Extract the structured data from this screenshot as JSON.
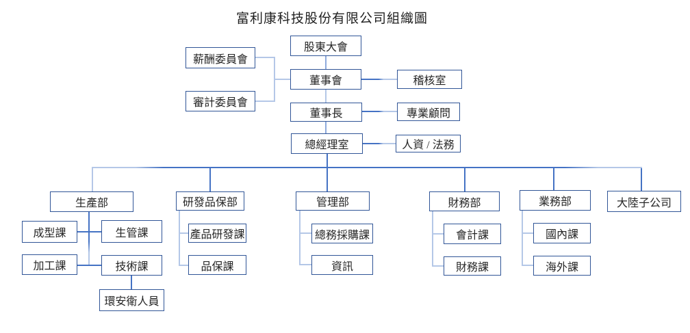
{
  "title": "富利康科技股份有限公司組織圖",
  "nodes": {
    "shareholders_meeting": {
      "label": "股東大會"
    },
    "compensation_committee": {
      "label": "薪酬委員會"
    },
    "board_of_directors": {
      "label": "董事會"
    },
    "audit_office": {
      "label": "稽核室"
    },
    "audit_committee": {
      "label": "審計委員會"
    },
    "chairman": {
      "label": "董事長"
    },
    "professional_consultant": {
      "label": "專業顧問"
    },
    "general_manager_office": {
      "label": "總經理室"
    },
    "hr_legal": {
      "label": "人資 / 法務"
    },
    "production_dept": {
      "label": "生產部"
    },
    "rd_qa_dept": {
      "label": "研發品保部"
    },
    "admin_dept": {
      "label": "管理部"
    },
    "finance_dept": {
      "label": "財務部"
    },
    "sales_dept": {
      "label": "業務部"
    },
    "china_subsidiary": {
      "label": "大陸子公司"
    },
    "molding_section": {
      "label": "成型課"
    },
    "production_control_section": {
      "label": "生管課"
    },
    "processing_section": {
      "label": "加工課"
    },
    "technical_section": {
      "label": "技術課"
    },
    "ehs_staff": {
      "label": "環安衛人員"
    },
    "product_rd_section": {
      "label": "產品研發課"
    },
    "qa_section": {
      "label": "品保課"
    },
    "general_affairs_procurement_section": {
      "label": "總務採購課"
    },
    "it_section": {
      "label": "資訊"
    },
    "accounting_section": {
      "label": "會計課"
    },
    "treasury_section": {
      "label": "財務課"
    },
    "domestic_section": {
      "label": "國內課"
    },
    "overseas_section": {
      "label": "海外課"
    }
  },
  "hierarchy": {
    "root": "shareholders_meeting",
    "edges": [
      [
        "shareholders_meeting",
        "board_of_directors"
      ],
      [
        "board_of_directors",
        "chairman"
      ],
      [
        "chairman",
        "general_manager_office"
      ],
      [
        "general_manager_office",
        "production_dept"
      ],
      [
        "general_manager_office",
        "rd_qa_dept"
      ],
      [
        "general_manager_office",
        "admin_dept"
      ],
      [
        "general_manager_office",
        "finance_dept"
      ],
      [
        "general_manager_office",
        "sales_dept"
      ],
      [
        "general_manager_office",
        "china_subsidiary"
      ],
      [
        "production_dept",
        "molding_section"
      ],
      [
        "production_dept",
        "production_control_section"
      ],
      [
        "production_dept",
        "processing_section"
      ],
      [
        "production_dept",
        "technical_section"
      ],
      [
        "technical_section",
        "ehs_staff"
      ],
      [
        "rd_qa_dept",
        "product_rd_section"
      ],
      [
        "rd_qa_dept",
        "qa_section"
      ],
      [
        "admin_dept",
        "general_affairs_procurement_section"
      ],
      [
        "admin_dept",
        "it_section"
      ],
      [
        "finance_dept",
        "accounting_section"
      ],
      [
        "finance_dept",
        "treasury_section"
      ],
      [
        "sales_dept",
        "domestic_section"
      ],
      [
        "sales_dept",
        "overseas_section"
      ]
    ],
    "side_links": [
      [
        "board_of_directors",
        "compensation_committee"
      ],
      [
        "board_of_directors",
        "audit_committee"
      ],
      [
        "board_of_directors",
        "audit_office"
      ],
      [
        "chairman",
        "professional_consultant"
      ],
      [
        "general_manager_office",
        "hr_legal"
      ]
    ]
  },
  "colors": {
    "box_border": "#2F5496",
    "connector_medium": "#4472C4",
    "connector_light": "#B4C7E7",
    "text": "#262626",
    "background": "#FFFFFF"
  }
}
